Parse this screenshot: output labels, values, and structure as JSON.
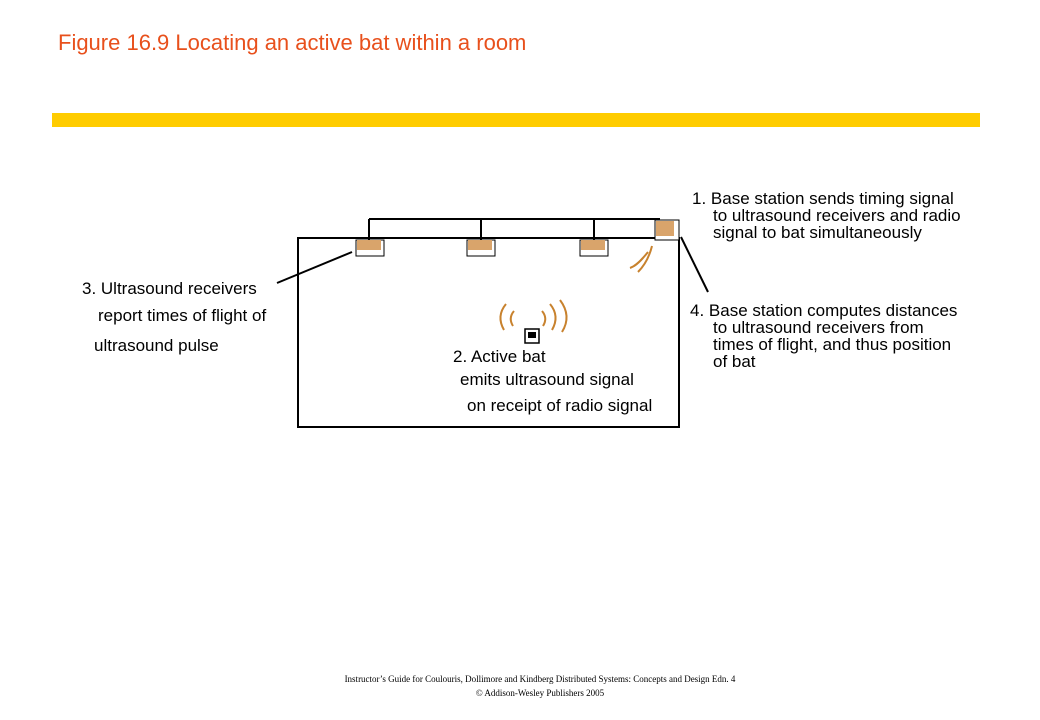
{
  "title": "Figure 16.9 Locating an active bat within a room",
  "labels": {
    "step1": [
      "1. Base station sends timing signal",
      "to ultrasound receivers and radio",
      "signal to bat simultaneously"
    ],
    "step2": [
      "2. Active bat",
      "emits ultrasound signal",
      "on receipt of radio signal"
    ],
    "step3": [
      "3. Ultrasound receivers",
      "report times of flight of",
      "ultrasound pulse"
    ],
    "step4": [
      "4. Base station computes distances",
      "to ultrasound receivers from",
      "times of flight, and thus position",
      "of bat"
    ]
  },
  "footer": {
    "line1": "Instructor’s Guide for  Coulouris, Dollimore and Kindberg   Distributed Systems: Concepts and Design   Edn. 4",
    "line2": "© Addison-Wesley Publishers 2005"
  },
  "colors": {
    "title": "#e8501c",
    "accent_bar": "#ffcc00",
    "device": "#d9a46b",
    "wave": "#c8822e"
  }
}
